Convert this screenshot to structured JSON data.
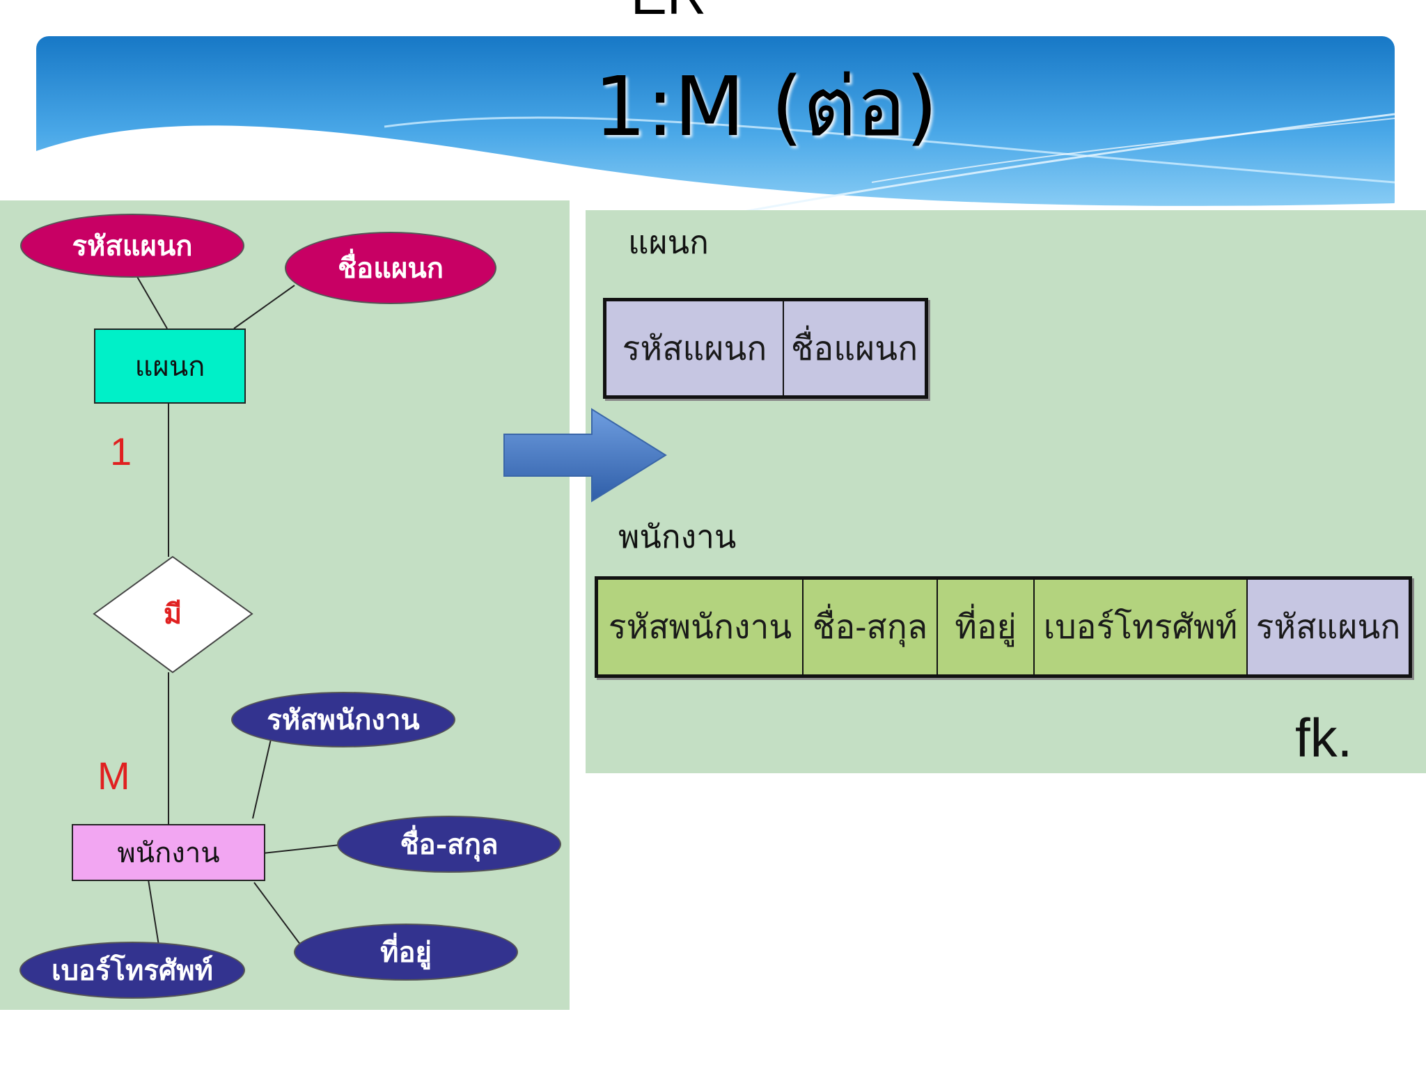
{
  "header": {
    "title_top": "ER",
    "title_main": "1:M (ต่อ)"
  },
  "er_diagram": {
    "dept_entity": "แผนก",
    "dept_attributes": [
      "รหัสแผนก",
      "ชื่อแผนก"
    ],
    "relationship": "มี",
    "cardinality_one": "1",
    "cardinality_many": "M",
    "emp_entity": "พนักงาน",
    "emp_attributes": [
      "รหัสพนักงาน",
      "ชื่อ-สกุล",
      "ที่อยู่",
      "เบอร์โทรศัพท์"
    ]
  },
  "relational": {
    "dept_table": {
      "name": "แผนก",
      "columns": [
        "รหัสแผนก",
        "ชื่อแผนก"
      ]
    },
    "emp_table": {
      "name": "พนักงาน",
      "columns": [
        "รหัสพนักงาน",
        "ชื่อ-สกุล",
        "ที่อยู่",
        "เบอร์โทรศัพท์",
        "รหัสแผนก"
      ]
    },
    "fk_label": "fk."
  },
  "colors": {
    "dept_attr_fill": "#c80064",
    "emp_attr_fill": "#33338f",
    "dept_entity_fill": "#00f0c8",
    "emp_entity_fill": "#f2a6f2",
    "cardinality": "#e02020",
    "panel_bg": "#c4dfc4",
    "table_key_cell": "#c6c6e2",
    "table_attr_cell": "#b3d37e",
    "arrow": "#4a7cc4"
  }
}
